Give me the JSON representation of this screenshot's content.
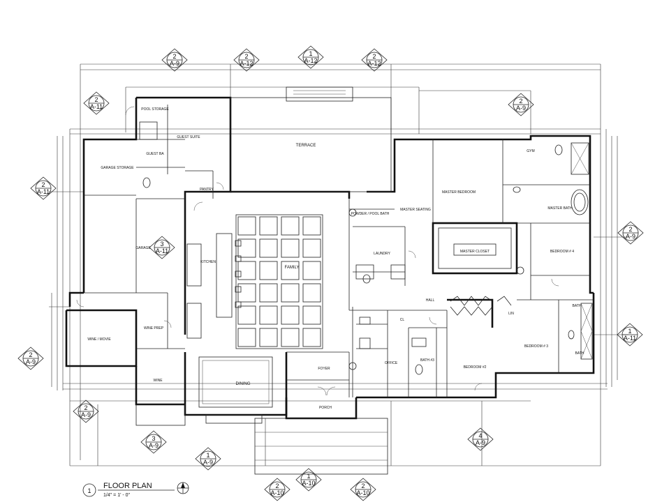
{
  "title_block": {
    "number": "1",
    "title": "FLOOR PLAN",
    "scale": "1/4\" = 1' - 0\""
  },
  "rooms": [
    {
      "id": "terrace",
      "label": "TERRACE"
    },
    {
      "id": "guest-suite",
      "label": "GUEST SUITE"
    },
    {
      "id": "pool-storage",
      "label": "POOL STORAGE"
    },
    {
      "id": "guest-bath",
      "label": "GUEST BA"
    },
    {
      "id": "garage-storage",
      "label": "GARAGE STORAGE"
    },
    {
      "id": "pantry",
      "label": "PANTRY"
    },
    {
      "id": "garage",
      "label": "GARAGE"
    },
    {
      "id": "kitchen",
      "label": "KITCHEN"
    },
    {
      "id": "family",
      "label": "FAMILY"
    },
    {
      "id": "laundry",
      "label": "LAUNDRY"
    },
    {
      "id": "powder",
      "label": "POWDER / POOL BATH"
    },
    {
      "id": "master-seating",
      "label": "MASTER SEATING"
    },
    {
      "id": "master-bedroom",
      "label": "MASTER BEDROOM"
    },
    {
      "id": "gym",
      "label": "GYM"
    },
    {
      "id": "master-bath",
      "label": "MASTER BATH"
    },
    {
      "id": "master-closet",
      "label": "MASTER CLOSET"
    },
    {
      "id": "bedroom-4",
      "label": "BEDROOM # 4"
    },
    {
      "id": "wine-movie",
      "label": "WINE / MOVIE"
    },
    {
      "id": "wine-prep",
      "label": "WINE PREP"
    },
    {
      "id": "wine",
      "label": "WINE"
    },
    {
      "id": "dining",
      "label": "DINING"
    },
    {
      "id": "foyer",
      "label": "FOYER"
    },
    {
      "id": "porch",
      "label": "PORCH"
    },
    {
      "id": "office",
      "label": "OFFICE"
    },
    {
      "id": "hall",
      "label": "HALL"
    },
    {
      "id": "bath-3",
      "label": "BATH #3"
    },
    {
      "id": "bedroom-2",
      "label": "BEDROOM #2"
    },
    {
      "id": "bedroom-3",
      "label": "BEDROOM # 3"
    },
    {
      "id": "bath-a",
      "label": "BATH"
    },
    {
      "id": "bath-b",
      "label": "BATH"
    },
    {
      "id": "linen",
      "label": "LIN"
    },
    {
      "id": "closet",
      "label": "CL"
    }
  ],
  "section_tags": [
    {
      "num": "2",
      "sheet": "A-9"
    },
    {
      "num": "2",
      "sheet": "A-12"
    },
    {
      "num": "1",
      "sheet": "A-12"
    },
    {
      "num": "2",
      "sheet": "A-12"
    },
    {
      "num": "2",
      "sheet": "A-11"
    },
    {
      "num": "2",
      "sheet": "A-9"
    },
    {
      "num": "2",
      "sheet": "A-11"
    },
    {
      "num": "2",
      "sheet": "A-9"
    },
    {
      "num": "3",
      "sheet": "A-11"
    },
    {
      "num": "2",
      "sheet": "A-9"
    },
    {
      "num": "1",
      "sheet": "A-11"
    },
    {
      "num": "2",
      "sheet": "A-9"
    },
    {
      "num": "3",
      "sheet": "A-9"
    },
    {
      "num": "4",
      "sheet": "A-9"
    },
    {
      "num": "1",
      "sheet": "A-9"
    },
    {
      "num": "2",
      "sheet": "A-10"
    },
    {
      "num": "1",
      "sheet": "A-10"
    },
    {
      "num": "2",
      "sheet": "A-10"
    }
  ]
}
